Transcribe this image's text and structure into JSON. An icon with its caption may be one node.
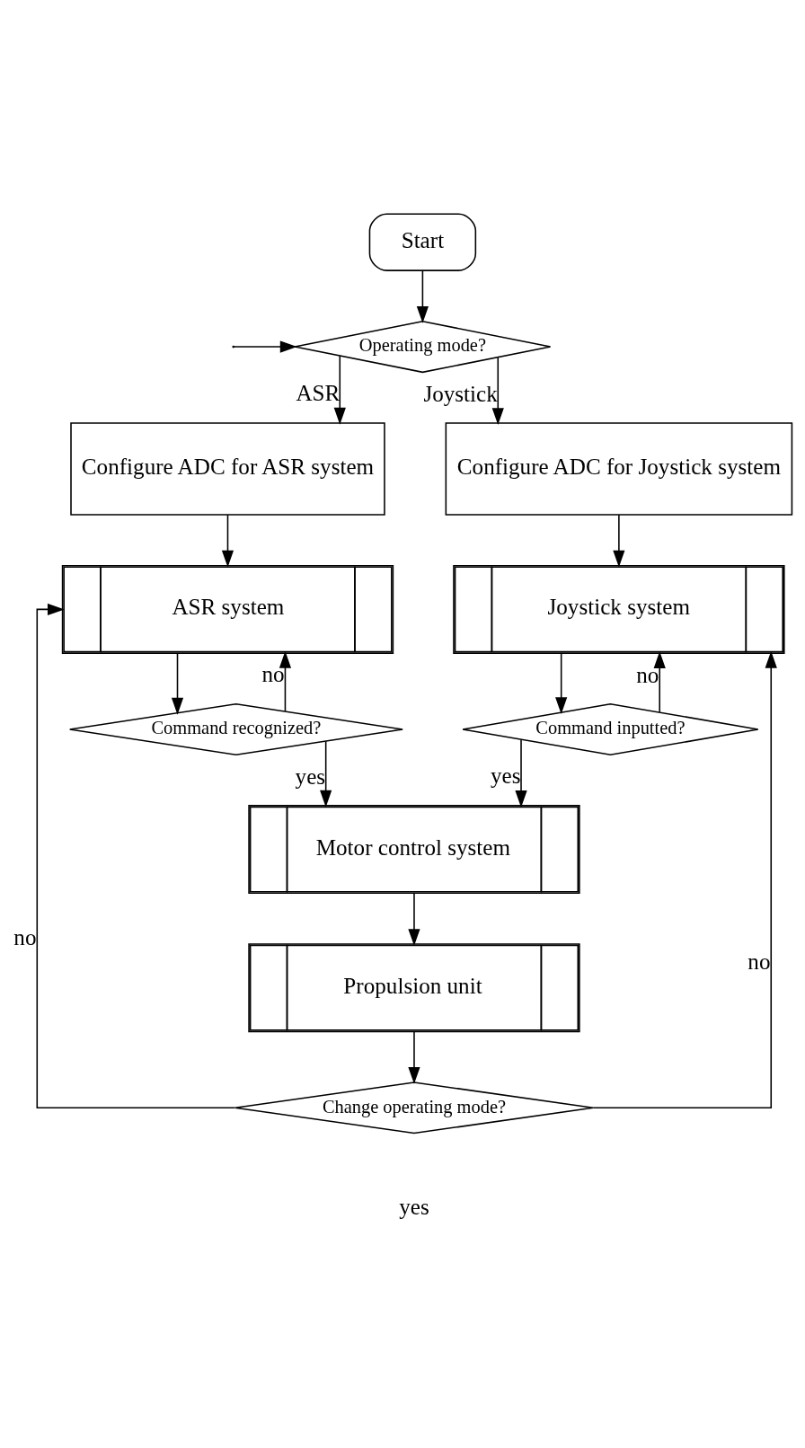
{
  "diagram": {
    "nodes": [
      {
        "text": [
          "Start"
        ]
      },
      {
        "text": [
          "Operating mode?"
        ]
      },
      {
        "text": [
          "Configure ADC for ASR system"
        ]
      },
      {
        "text": [
          "Configure ADC for Joystick system"
        ]
      },
      {
        "text": [
          "ASR system"
        ]
      },
      {
        "text": [
          "Joystick system"
        ]
      },
      {
        "text": [
          "Command recognized?"
        ]
      },
      {
        "text": [
          "Command inputted?"
        ]
      },
      {
        "text": [
          "Motor control system"
        ]
      },
      {
        "text": [
          "Propulsion unit"
        ]
      },
      {
        "text": [
          "Change operating mode?"
        ]
      }
    ],
    "edges": [
      {
        "from": 0,
        "to": 1,
        "arrow": "to"
      },
      {
        "from": 1,
        "to": 2,
        "arrow": "to",
        "label": "ASR"
      },
      {
        "from": 1,
        "to": 3,
        "arrow": "to",
        "label": "Joystick"
      },
      {
        "from": 2,
        "to": 4,
        "arrow": "to"
      },
      {
        "from": 3,
        "to": 5,
        "arrow": "to"
      },
      {
        "from": 4,
        "to": 6,
        "arrow": "to"
      },
      {
        "from": 5,
        "to": 7,
        "arrow": "to"
      },
      {
        "from": 6,
        "to": 4,
        "arrow": "to",
        "label": "no"
      },
      {
        "from": 7,
        "to": 5,
        "arrow": "to",
        "label": "no"
      },
      {
        "from": 6,
        "to": 8,
        "arrow": "to",
        "label": "yes"
      },
      {
        "from": 7,
        "to": 8,
        "arrow": "to",
        "label": "yes"
      },
      {
        "from": 8,
        "to": 9,
        "arrow": "to"
      },
      {
        "from": 9,
        "to": 10,
        "arrow": "to"
      },
      {
        "from": 10,
        "to": 4,
        "arrow": "to",
        "label": "no"
      },
      {
        "from": 10,
        "to": 5,
        "arrow": "to",
        "label": "no"
      },
      {
        "from": null,
        "to": 1,
        "arrow": "to"
      }
    ],
    "labels": [
      "yes"
    ]
  }
}
